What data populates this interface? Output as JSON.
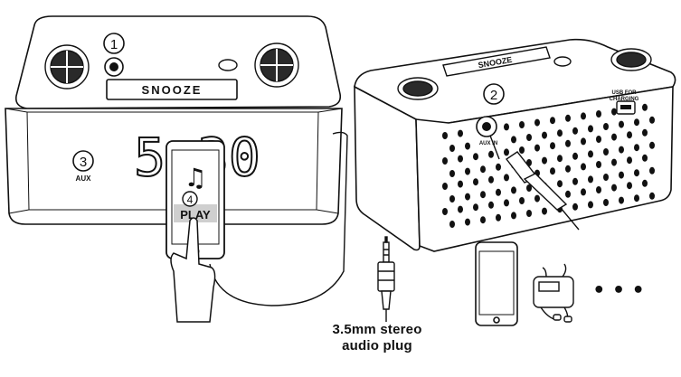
{
  "left_device": {
    "callout_1": "1",
    "callout_3": "3",
    "callout_4": "4",
    "snooze_label": "SNOOZE",
    "display_time": "5:30",
    "aux_label": "AUX",
    "play_label": "PLAY"
  },
  "right_device": {
    "callout_2": "2",
    "snooze_label": "SNOOZE",
    "usb_label_line1": "USB FOR",
    "usb_label_line2": "CHARGING",
    "aux_in_label": "AUX IN"
  },
  "plug": {
    "caption_line1": "3.5mm stereo",
    "caption_line2": "audio plug"
  },
  "more_indicator": "• • •",
  "colors": {
    "ink": "#111111",
    "fill_gray": "#d9d9d9",
    "dark_gray": "#9a9a9a"
  }
}
